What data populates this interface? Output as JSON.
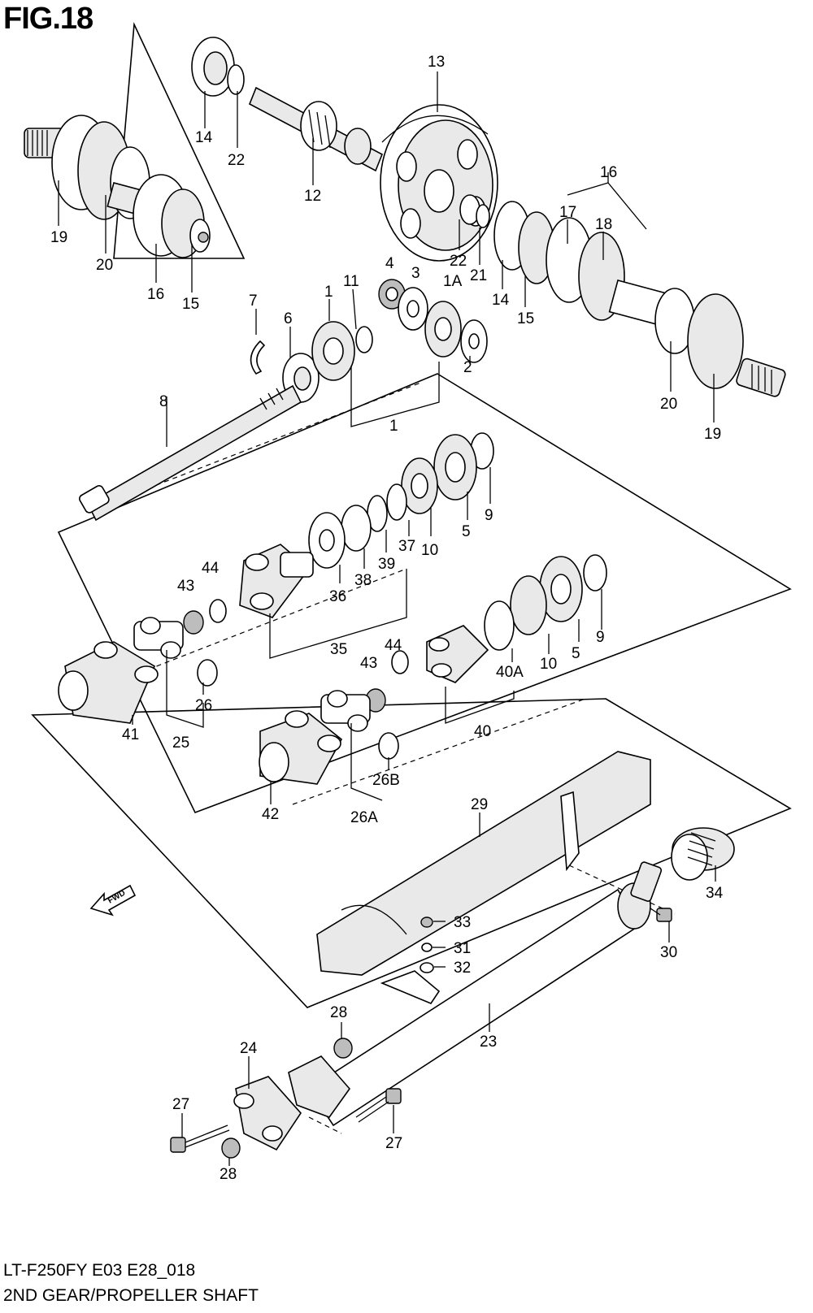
{
  "figure": {
    "title": "FIG.18",
    "model_code": "LT-F250FY E03 E28_018",
    "section_title": "2ND GEAR/PROPELLER SHAFT",
    "direction_marker": "FWD"
  },
  "callouts": [
    "13",
    "14",
    "22",
    "12",
    "16",
    "17",
    "18",
    "19",
    "20",
    "16",
    "15",
    "4",
    "3",
    "1A",
    "22",
    "21",
    "14",
    "15",
    "7",
    "6",
    "1",
    "11",
    "2",
    "20",
    "19",
    "8",
    "1",
    "9",
    "5",
    "10",
    "37",
    "39",
    "38",
    "36",
    "44",
    "43",
    "35",
    "9",
    "5",
    "10",
    "40A",
    "44",
    "43",
    "26",
    "25",
    "41",
    "40",
    "26B",
    "26A",
    "42",
    "29",
    "34",
    "33",
    "31",
    "32",
    "30",
    "28",
    "23",
    "24",
    "27",
    "27",
    "28"
  ]
}
